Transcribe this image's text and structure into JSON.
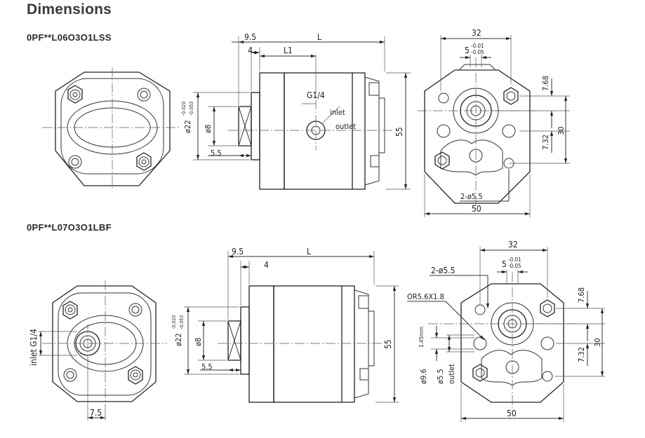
{
  "title": "Dimensions",
  "models": [
    {
      "code": "0PF**L06O3O1LSS",
      "side_view": {
        "dim_9_5": "9.5",
        "dim_4": "4",
        "dim_L": "L",
        "dim_L1": "L1",
        "shaft_dia": "ø22",
        "shaft_tol_upper": "-0.020",
        "shaft_tol_lower": "-0.053",
        "dim_8": "ø8",
        "dim_5_5": "5.5",
        "port": "G1/4",
        "inlet": "inlet",
        "outlet": "outlet",
        "height": "55"
      },
      "rear_view": {
        "dim_32": "32",
        "dim_5": "5",
        "tol_upper": "-0.01",
        "tol_lower": "-0.05",
        "dim_7_68": "7.68",
        "dim_30": "30",
        "dim_7_32": "7.32",
        "holes": "2-ø5.5",
        "width": "50"
      }
    },
    {
      "code": "0PF**L07O3O1LBF",
      "front_view": {
        "port": "inlet G1/4",
        "dim_7_5": "7.5"
      },
      "side_view": {
        "dim_9_5": "9.5",
        "dim_4": "4",
        "dim_L": "L",
        "shaft_dia": "ø22",
        "shaft_tol_upper": "-0.020",
        "shaft_tol_lower": "-0.053",
        "dim_8": "ø8",
        "dim_5_5": "5.5",
        "height": "55"
      },
      "rear_view": {
        "dim_32": "32",
        "dim_5": "5",
        "tol_upper": "-0.01",
        "tol_lower": "-0.05",
        "holes": "2-ø5.5",
        "oring": "OR5.6X1.8",
        "dim_7_68": "7.68",
        "dim_30": "30",
        "dim_7_32": "7.32",
        "dim_1_45": "1.45mm",
        "dim_9_6": "ø9.6",
        "dim_5_5": "ø5.5",
        "outlet": "outlet",
        "width": "50"
      }
    }
  ]
}
